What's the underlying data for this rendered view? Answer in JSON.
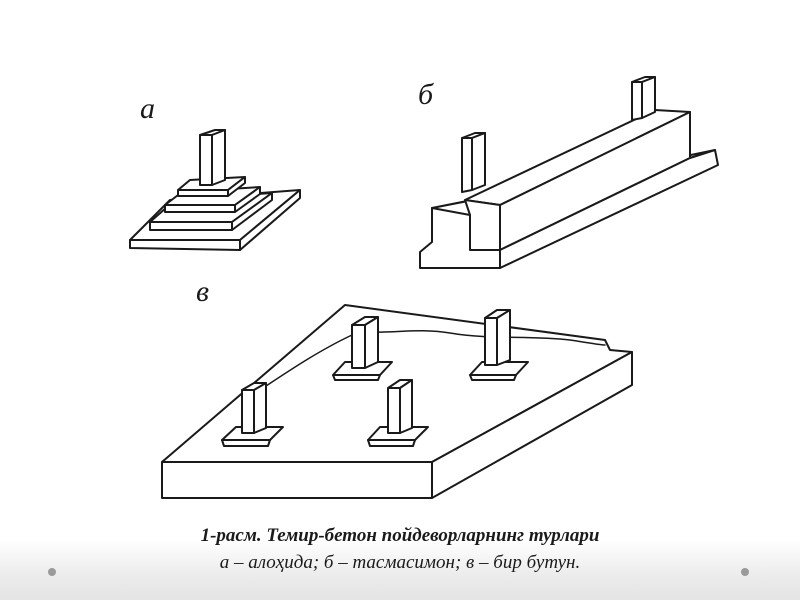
{
  "figure": {
    "labels": {
      "a": "а",
      "b": "б",
      "v": "в"
    }
  },
  "caption": {
    "title": "1-расм. Темир-бетон пойдеворларнинг турлари",
    "subtitle": "а – алоҳида; б – тасмасимон; в – бир бутун."
  },
  "colors": {
    "line": "#1a1a1a",
    "background": "#ffffff",
    "nav_dot": "#9a9a9a"
  }
}
